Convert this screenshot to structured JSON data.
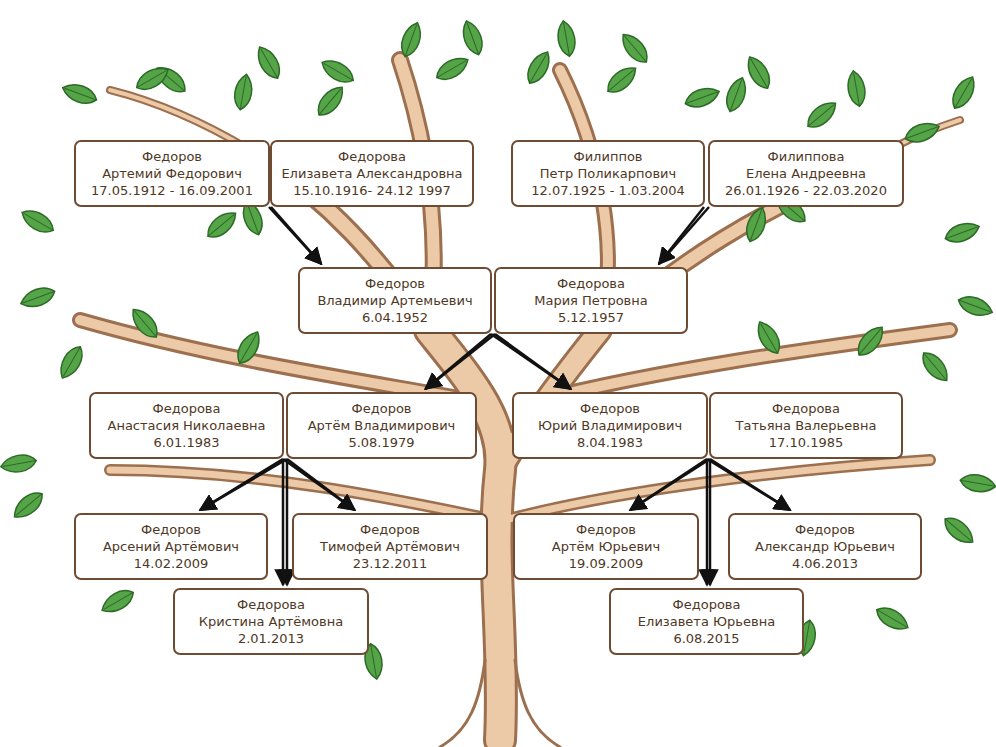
{
  "diagram": {
    "nodes": [
      {
        "text": [
          "Федоров",
          "Артемий Федорович",
          "17.05.1912 - 16.09.2001"
        ]
      },
      {
        "text": [
          "Федорова",
          "Елизавета Александровна",
          "15.10.1916- 24.12 1997"
        ]
      },
      {
        "text": [
          "Филиппов",
          "Петр Поликарпович",
          "12.07.1925 - 1.03.2004"
        ]
      },
      {
        "text": [
          "Филиппова",
          "Елена Андреевна",
          "26.01.1926 - 22.03.2020"
        ]
      },
      {
        "text": [
          "Федоров",
          "Владимир Артемьевич",
          "6.04.1952"
        ]
      },
      {
        "text": [
          "Федорова",
          "Мария Петровна",
          "5.12.1957"
        ]
      },
      {
        "text": [
          "Федорова",
          "Анастасия Николаевна",
          "6.01.1983"
        ]
      },
      {
        "text": [
          "Федоров",
          "Артём Владимирович",
          "5.08.1979"
        ]
      },
      {
        "text": [
          "Федоров",
          "Юрий Владимирович",
          "8.04.1983"
        ]
      },
      {
        "text": [
          "Федорова",
          "Татьяна Валерьевна",
          "17.10.1985"
        ]
      },
      {
        "text": [
          "Федоров",
          "Арсений Артёмович",
          "14.02.2009"
        ]
      },
      {
        "text": [
          "Федоров",
          "Тимофей Артёмович",
          "23.12.2011"
        ]
      },
      {
        "text": [
          "Федоров",
          "Артём Юрьевич",
          "19.09.2009"
        ]
      },
      {
        "text": [
          "Федоров",
          "Александр Юрьевич",
          "4.06.2013"
        ]
      },
      {
        "text": [
          "Федорова",
          "Кристина Артёмовна",
          "2.01.2013"
        ]
      },
      {
        "text": [
          "Федорова",
          "Елизавета Юрьевна",
          "6.08.2015"
        ]
      }
    ],
    "edges": [
      {
        "from": 0,
        "to": 4,
        "arrow": "to"
      },
      {
        "from": 1,
        "to": 4,
        "arrow": "to"
      },
      {
        "from": 2,
        "to": 5,
        "arrow": "to"
      },
      {
        "from": 3,
        "to": 5,
        "arrow": "to"
      },
      {
        "from": 4,
        "to": 7,
        "arrow": "to"
      },
      {
        "from": 5,
        "to": 7,
        "arrow": "to"
      },
      {
        "from": 4,
        "to": 8,
        "arrow": "to"
      },
      {
        "from": 5,
        "to": 8,
        "arrow": "to"
      },
      {
        "from": 6,
        "to": 10,
        "arrow": "to"
      },
      {
        "from": 7,
        "to": 10,
        "arrow": "to"
      },
      {
        "from": 6,
        "to": 11,
        "arrow": "to"
      },
      {
        "from": 7,
        "to": 11,
        "arrow": "to"
      },
      {
        "from": 6,
        "to": 14,
        "arrow": "to"
      },
      {
        "from": 7,
        "to": 14,
        "arrow": "to"
      },
      {
        "from": 8,
        "to": 12,
        "arrow": "to"
      },
      {
        "from": 9,
        "to": 12,
        "arrow": "to"
      },
      {
        "from": 8,
        "to": 13,
        "arrow": "to"
      },
      {
        "from": 9,
        "to": 13,
        "arrow": "to"
      },
      {
        "from": 8,
        "to": 15,
        "arrow": "to"
      },
      {
        "from": 9,
        "to": 15,
        "arrow": "to"
      }
    ]
  }
}
